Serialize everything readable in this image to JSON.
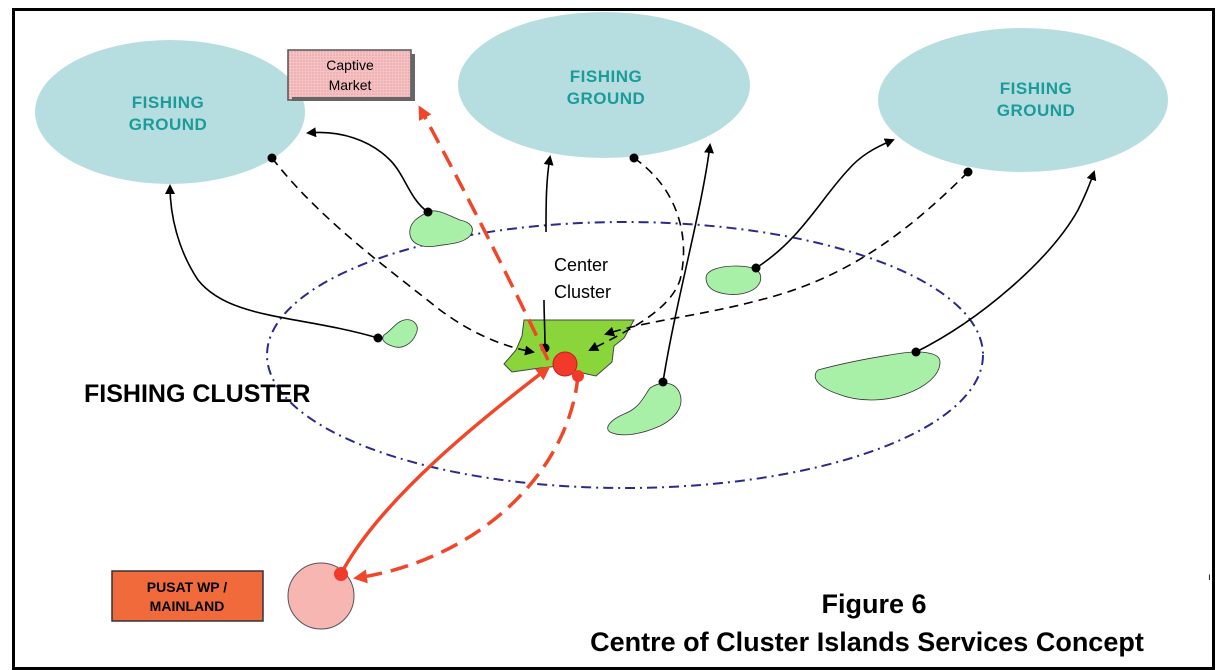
{
  "diagram": {
    "fishing_grounds": [
      {
        "line1": "FISHING",
        "line2": "GROUND"
      },
      {
        "line1": "FISHING",
        "line2": "GROUND"
      },
      {
        "line1": "FISHING",
        "line2": "GROUND"
      }
    ],
    "captive_market": {
      "line1": "Captive",
      "line2": "Market"
    },
    "center_cluster": {
      "line1": "Center",
      "line2": "Cluster"
    },
    "fishing_cluster_label": "FISHING CLUSTER",
    "mainland": {
      "line1": "PUSAT WP /",
      "line2": "MAINLAND"
    },
    "figure": {
      "number": "Figure 6",
      "caption": "Centre of Cluster Islands Services Concept"
    },
    "stray_mark": "ı",
    "colors": {
      "fishing_ground_fill": "#b6dee0",
      "fishing_ground_text": "#1b9b99",
      "island_fill": "#a8f0a8",
      "center_island_fill": "#8ad63a",
      "captive_market_fill": "#f6c2c4",
      "mainland_box_fill": "#f06a3c",
      "mainland_circle_fill": "#f7b6b2",
      "hub_fill": "#f23a2a",
      "supply_arrow": "#f0472a",
      "cluster_ring": "#2a2a8c"
    }
  }
}
